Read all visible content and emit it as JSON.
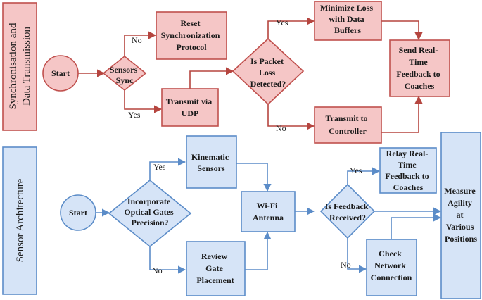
{
  "lanes": {
    "top": {
      "line1": "Synchronisation and",
      "line2": "Data Transmission"
    },
    "bottom": {
      "line1": "Sensor Architecture"
    }
  },
  "top": {
    "start": "Start",
    "sensors_sync": [
      "Sensors",
      "Sync"
    ],
    "reset_sync": [
      "Reset",
      "Synchronization",
      "Protocol"
    ],
    "transmit_udp": [
      "Transmit via",
      "UDP"
    ],
    "packet_loss": [
      "Is Packet",
      "Loss",
      "Detected?"
    ],
    "minimize_loss": [
      "Minimize Loss",
      "with Data",
      "Buffers"
    ],
    "send_feedback": [
      "Send Real-",
      "Time",
      "Feedback to",
      "Coaches"
    ],
    "transmit_controller": [
      "Transmit to",
      "Controller"
    ],
    "labels": {
      "no_reset": "No",
      "yes_udp": "Yes",
      "yes_minimize": "Yes",
      "no_controller": "No"
    }
  },
  "bottom": {
    "start": "Start",
    "incorporate": [
      "Incorporate",
      "Optical Gates",
      "Precision?"
    ],
    "kinematic": [
      "Kinematic",
      "Sensors"
    ],
    "review_gate": [
      "Review",
      "Gate",
      "Placement"
    ],
    "wifi": [
      "Wi-Fi",
      "Antenna"
    ],
    "feedback_received": [
      "Is Feedback",
      "Received?"
    ],
    "relay_feedback": [
      "Relay Real-",
      "Time",
      "Feedback to",
      "Coaches"
    ],
    "check_network": [
      "Check",
      "Network",
      "Connection"
    ],
    "measure_agility": [
      "Measure",
      "Agility",
      "at",
      "Various",
      "Positions"
    ],
    "labels": {
      "yes_kinematic": "Yes",
      "no_review": "No",
      "yes_relay": "Yes",
      "no_check": "No"
    }
  }
}
